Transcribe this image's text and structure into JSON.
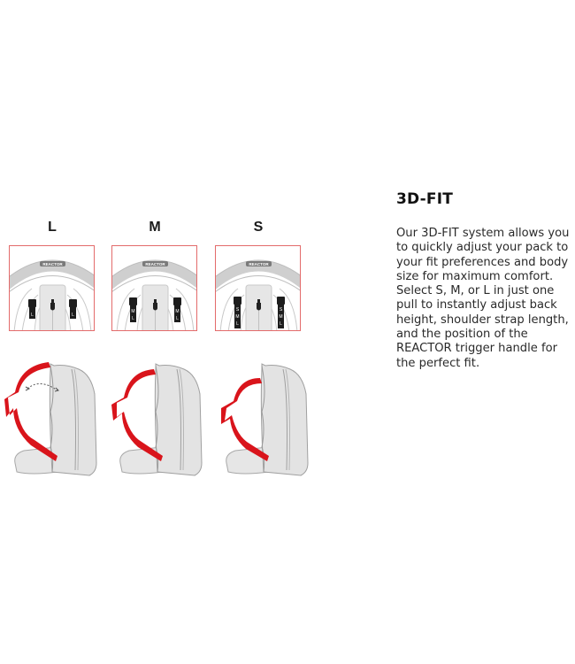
{
  "sizes": [
    {
      "label": "L",
      "band_text": "REACTOR",
      "buckle_marks": "L"
    },
    {
      "label": "M",
      "band_text": "REACTOR",
      "buckle_marks": "M L"
    },
    {
      "label": "S",
      "band_text": "REACTOR",
      "buckle_marks": "S M L"
    }
  ],
  "feature": {
    "title": "3D-FIT",
    "description": "Our 3D-FIT system allows you to quickly adjust your pack to your fit preferences and body size for maximum comfort. Select S, M, or L in just one pull to instantly adjust back height, shoulder strap length, and the position of the REACTOR trigger handle for the perfect fit."
  },
  "colors": {
    "accent_red": "#d9141b",
    "box_border": "#e36b6b",
    "pack_gray": "#e2e2e2",
    "outline_gray": "#9a9a9a"
  }
}
